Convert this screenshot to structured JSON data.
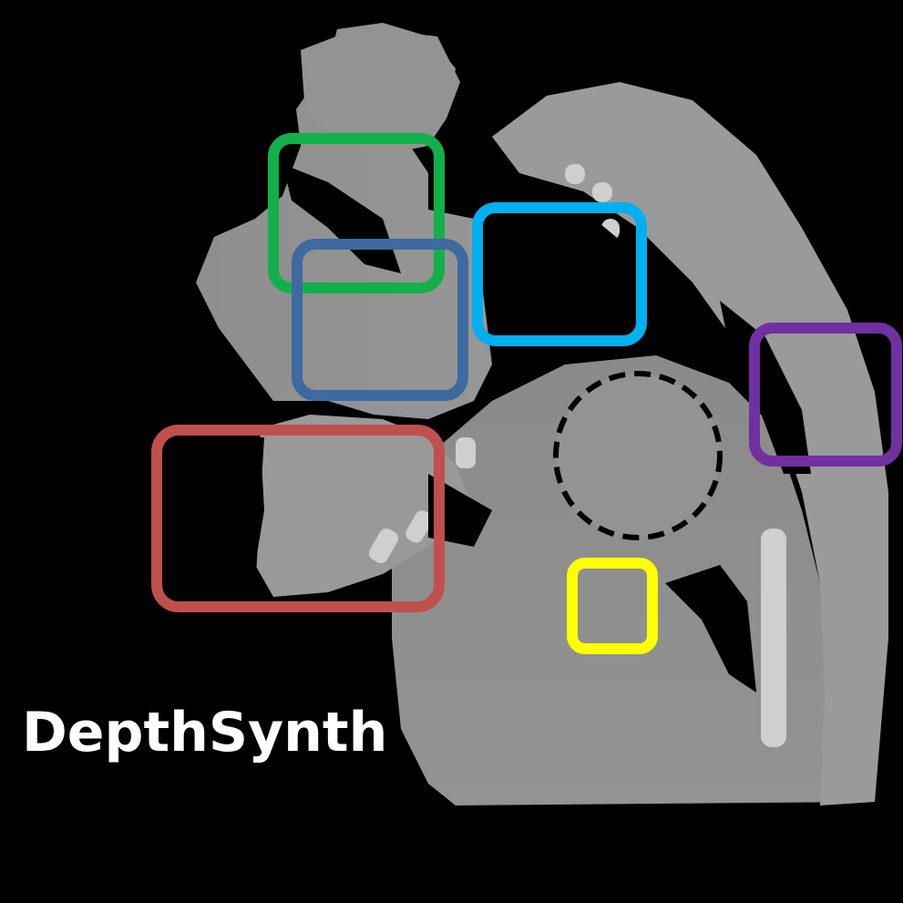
{
  "caption": "DepthSynth",
  "image": {
    "description_tag": "depth-map-render",
    "background_color": "#000000",
    "surface_colors": [
      "#8a8a8a",
      "#9a9a9a",
      "#a4a4a4",
      "#c8c8c8"
    ]
  },
  "highlight_boxes": [
    {
      "name": "green",
      "color": "#12b04a"
    },
    {
      "name": "navy",
      "color": "#3e6aa0"
    },
    {
      "name": "cyan",
      "color": "#00b0f0"
    },
    {
      "name": "purple",
      "color": "#7030a0"
    },
    {
      "name": "red",
      "color": "#c0504d"
    },
    {
      "name": "yellow",
      "color": "#ffff00"
    }
  ]
}
